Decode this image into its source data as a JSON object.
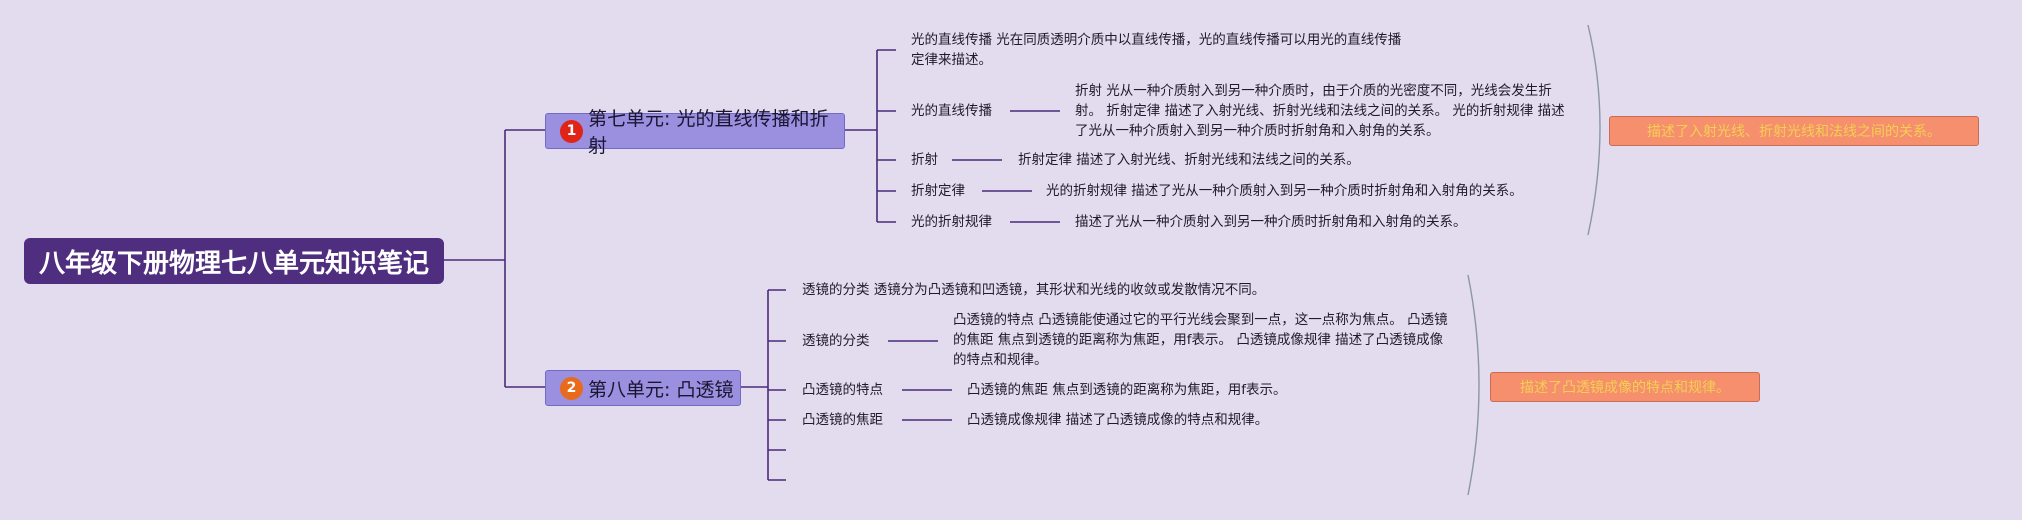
{
  "root": {
    "title": "八年级下册物理七八单元知识笔记"
  },
  "unit7": {
    "badge": "1",
    "title": "第七单元: 光的直线传播和折射",
    "leaves": [
      "光的直线传播 光在同质透明介质中以直线传播，光的直线传播可以用光的直线传播定律来描述。",
      "光的直线传播",
      "折射",
      "折射定律",
      "光的折射规律"
    ],
    "details": [
      "折射 光从一种介质射入到另一种介质时，由于介质的光密度不同，光线会发生折射。 折射定律 描述了入射光线、折射光线和法线之间的关系。 光的折射规律 描述了光从一种介质射入到另一种介质时折射角和入射角的关系。",
      "折射定律 描述了入射光线、折射光线和法线之间的关系。",
      "光的折射规律 描述了光从一种介质射入到另一种介质时折射角和入射角的关系。",
      "描述了光从一种介质射入到另一种介质时折射角和入射角的关系。"
    ],
    "summary": "描述了入射光线、折射光线和法线之间的关系。"
  },
  "unit8": {
    "badge": "2",
    "title": "第八单元: 凸透镜",
    "leaves": [
      "透镜的分类 透镜分为凸透镜和凹透镜，其形状和光线的收敛或发散情况不同。",
      "透镜的分类",
      "凸透镜的特点",
      "凸透镜的焦距"
    ],
    "details": [
      "凸透镜的特点 凸透镜能使通过它的平行光线会聚到一点，这一点称为焦点。 凸透镜的焦距 焦点到透镜的距离称为焦距，用f表示。 凸透镜成像规律 描述了凸透镜成像的特点和规律。",
      "凸透镜的焦距 焦点到透镜的距离称为焦距，用f表示。",
      "凸透镜成像规律 描述了凸透镜成像的特点和规律。"
    ],
    "summary": "描述了凸透镜成像的特点和规律。"
  },
  "colors": {
    "background": "#e3dbee",
    "line": "#4a2a78",
    "root_fill": "#4f2d7f",
    "unit_fill": "#9b8fe0",
    "summary_fill": "#f58f6e",
    "summary_text": "#f4d050",
    "badge1": "#e02418",
    "badge2": "#e86a1c"
  }
}
